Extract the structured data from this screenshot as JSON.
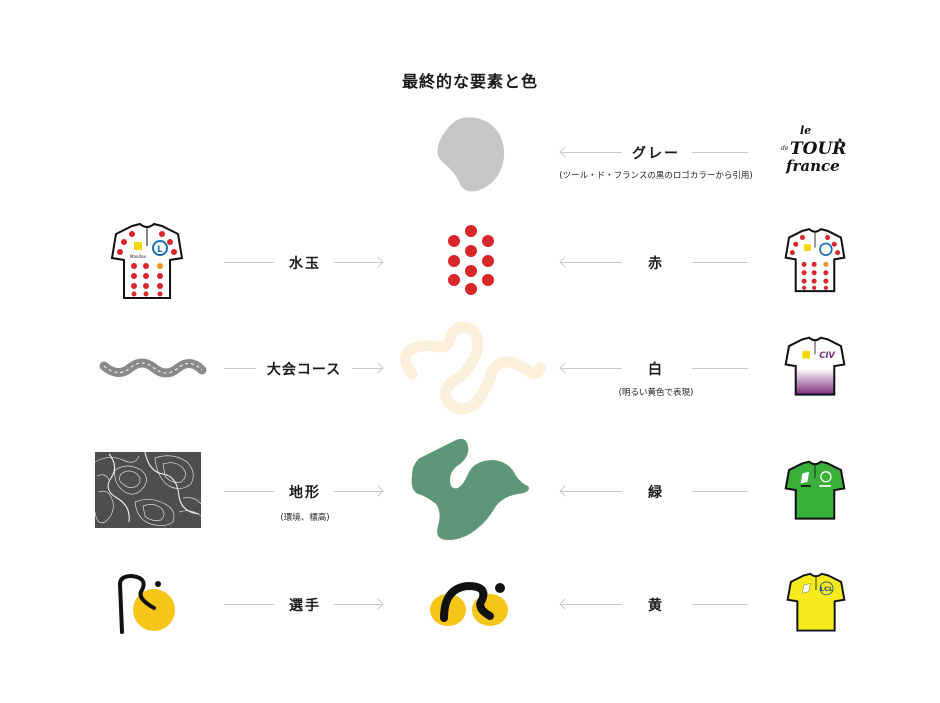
{
  "title": "最終的な要素と色",
  "colors": {
    "gray": "#c6c6c6",
    "red": "#d8262a",
    "cream": "#fbf0dc",
    "green": "#5e9679",
    "yellow": "#f5c518",
    "black": "#111111",
    "line": "#c8c8c8"
  },
  "rows": [
    {
      "id": "gray",
      "left_label": null,
      "right_label": "グレー",
      "right_note": "(ツール・ド・フランスの黒のロゴカラーから引用)",
      "left_image": null,
      "center_image": "gray-blob",
      "right_image": "tour-de-france-logo",
      "logo_text": {
        "le": "le",
        "tour": "TOUR",
        "de": "de",
        "france": "france"
      }
    },
    {
      "id": "red",
      "left_label": "水玉",
      "right_label": "赤",
      "left_image": "polka-dot-jersey",
      "center_image": "red-dots",
      "right_image": "polka-dot-jersey"
    },
    {
      "id": "white",
      "left_label": "大会コース",
      "right_label": "白",
      "right_note": "(明るい黄色で表現)",
      "left_image": "road-course",
      "center_image": "cream-course-line",
      "right_image": "white-jersey"
    },
    {
      "id": "green",
      "left_label": "地形",
      "left_note": "(環境、標高)",
      "right_label": "緑",
      "left_image": "topographic-map",
      "center_image": "green-terrain",
      "right_image": "green-jersey"
    },
    {
      "id": "yellow",
      "left_label": "選手",
      "right_label": "黄",
      "left_image": "rider-sketch",
      "center_image": "cyclist-symbol",
      "right_image": "yellow-jersey",
      "jersey_text": "LCL"
    }
  ]
}
